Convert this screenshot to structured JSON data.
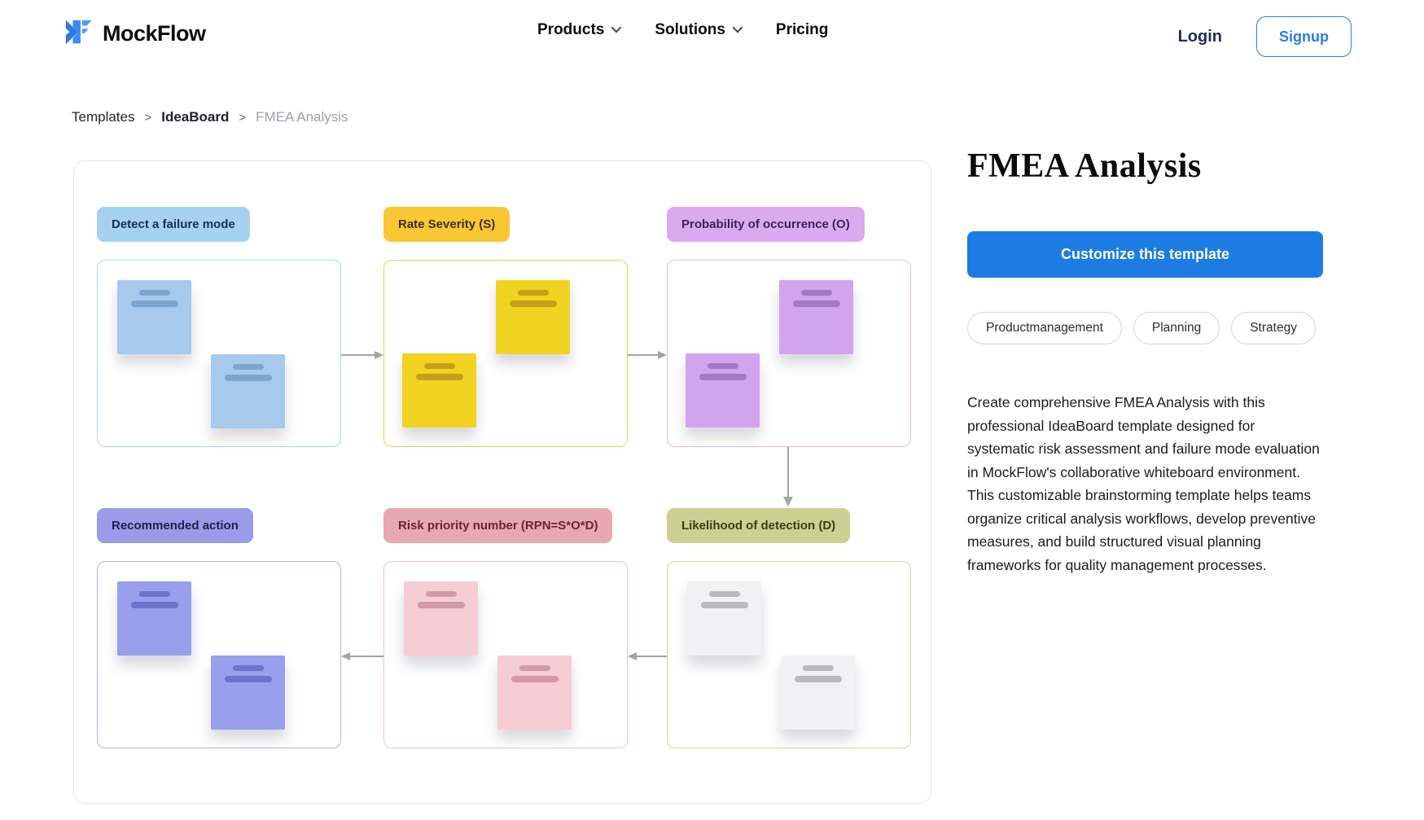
{
  "header": {
    "brand": "MockFlow",
    "nav": [
      {
        "label": "Products",
        "has_dropdown": true
      },
      {
        "label": "Solutions",
        "has_dropdown": true
      },
      {
        "label": "Pricing",
        "has_dropdown": false
      }
    ],
    "login_label": "Login",
    "signup_label": "Signup"
  },
  "breadcrumb": {
    "separator": ">",
    "items": [
      {
        "label": "Templates"
      },
      {
        "label": "IdeaBoard"
      },
      {
        "label": "FMEA Analysis"
      }
    ]
  },
  "board": {
    "arrow_color": "#a3a3a3",
    "sections": [
      {
        "id": "detect",
        "label": "Detect a failure mode",
        "pattern": "A",
        "label_bg": "#a6d2f2",
        "label_color": "#16334d",
        "border": "#aed6f5",
        "note_bg": "#a7c9ec",
        "line_color": "#7ba6cf"
      },
      {
        "id": "severity",
        "label": "Rate Severity (S)",
        "pattern": "B",
        "label_bg": "#f9c733",
        "label_color": "#3d2e05",
        "border": "#f6ca4a",
        "note_bg": "#f2d321",
        "line_color": "#c3a118"
      },
      {
        "id": "occurrence",
        "label": "Probability of occurrence (O)",
        "pattern": "B",
        "label_bg": "#d9aaf0",
        "label_color": "#3f2353",
        "border": "#debdf3",
        "note_bg": "#d3a4ee",
        "line_color": "#a478c2"
      },
      {
        "id": "action",
        "label": "Recommended action",
        "pattern": "A",
        "label_bg": "#9a9ce9",
        "label_color": "#20224d",
        "border": "#aeb2ee",
        "note_bg": "#989fec",
        "line_color": "#6d73c9"
      },
      {
        "id": "rpn",
        "label": "Risk priority number (RPN=S*O*D)",
        "pattern": "A",
        "label_bg": "#e6a8b2",
        "label_color": "#6e2430",
        "border": "#efc3cb",
        "note_bg": "#f6ccd5",
        "line_color": "#d09ba7"
      },
      {
        "id": "detection",
        "label": "Likelihood of detection (D)",
        "pattern": "A",
        "label_bg": "#cdd092",
        "label_color": "#3c3d14",
        "border": "#d3d59f",
        "note_bg": "#f1f1f3",
        "line_color": "#b9b9be"
      }
    ]
  },
  "panel": {
    "title": "FMEA Analysis",
    "cta_label": "Customize this template",
    "cta_bg": "#1d7ce4",
    "tags": [
      "Productmanagement",
      "Planning",
      "Strategy"
    ],
    "description": "Create comprehensive FMEA Analysis with this professional IdeaBoard template designed for systematic risk assessment and failure mode evaluation in MockFlow's collaborative whiteboard environment. This customizable brainstorming template helps teams organize critical analysis workflows, develop preventive measures, and build structured visual planning frameworks for quality management processes."
  }
}
